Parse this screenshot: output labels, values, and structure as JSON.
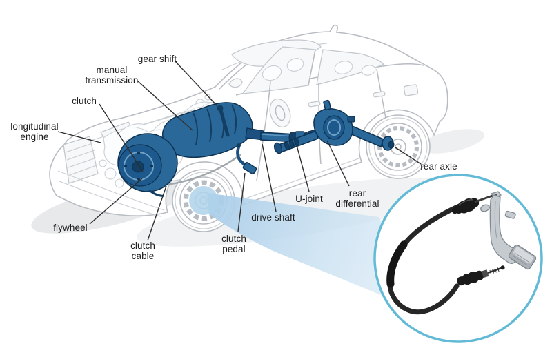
{
  "labels": {
    "gear_shift": "gear shift",
    "manual_transmission": "manual\ntransmission",
    "clutch": "clutch",
    "longitudinal_engine": "longitudinal\nengine",
    "flywheel": "flywheel",
    "clutch_cable": "clutch\ncable",
    "clutch_pedal": "clutch\npedal",
    "drive_shaft": "drive shaft",
    "u_joint": "U-joint",
    "rear_differential": "rear\ndifferential",
    "rear_axle": "rear axle"
  },
  "inset": {
    "depicts": "clutch cable and clutch pedal close-up"
  },
  "colors": {
    "drivetrain_blue": "#2a6899",
    "drivetrain_dark": "#123f63",
    "car_line_gray": "#b7bcc2",
    "beam_blue": "#b3d4ec",
    "inset_ring": "#63bad6",
    "label_text": "#1c1c1c",
    "background": "#ffffff"
  }
}
